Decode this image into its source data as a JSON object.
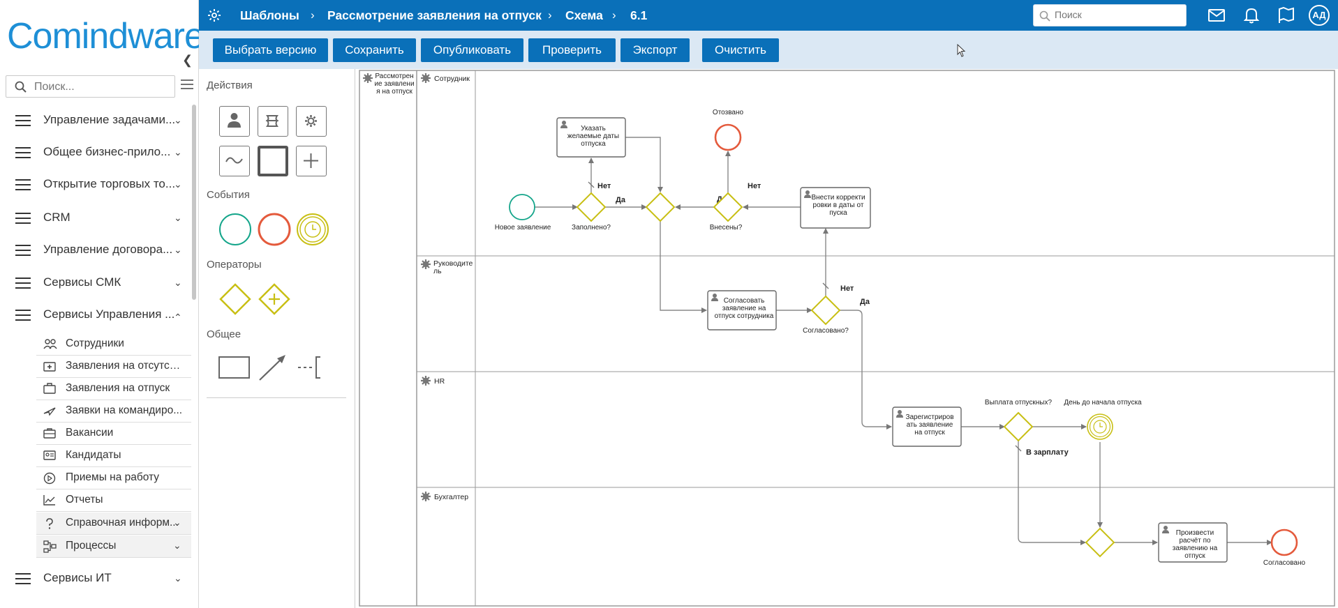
{
  "app": {
    "brand": "Comindware",
    "brand_mark": "®",
    "colors": {
      "primary": "#0a70b9",
      "toolbar_bg": "#dbe8f4",
      "gateway": "#c8bf14",
      "start_event": "#14a58a",
      "end_event": "#e45a3c",
      "timer_event": "#c8bf14"
    }
  },
  "sidebar": {
    "search_placeholder": "Поиск...",
    "collapse_icon": "chevron-left-icon",
    "menu": [
      {
        "label": "Управление задачами..."
      },
      {
        "label": "Общее бизнес-прило..."
      },
      {
        "label": "Открытие торговых то..."
      },
      {
        "label": "CRM"
      },
      {
        "label": "Управление договора..."
      },
      {
        "label": "Сервисы СМК"
      },
      {
        "label": "Сервисы Управления ...",
        "expanded": true
      },
      {
        "label": "Сервисы ИТ"
      }
    ],
    "submenu": [
      {
        "label": "Сотрудники",
        "icon": "users-icon"
      },
      {
        "label": "Заявления на отсутств...",
        "icon": "medical-case-icon"
      },
      {
        "label": "Заявления на отпуск",
        "icon": "suitcase-icon"
      },
      {
        "label": "Заявки на командиро...",
        "icon": "airplane-icon"
      },
      {
        "label": "Вакансии",
        "icon": "briefcase-icon"
      },
      {
        "label": "Кандидаты",
        "icon": "id-card-icon"
      },
      {
        "label": "Приемы на работу",
        "icon": "play-circle-icon"
      },
      {
        "label": "Отчеты",
        "icon": "chart-icon"
      },
      {
        "label": "Справочная информ...",
        "icon": "help-icon"
      },
      {
        "label": "Процессы",
        "icon": "process-icon"
      }
    ]
  },
  "topbar": {
    "breadcrumbs": [
      "Шаблоны",
      "Рассмотрение заявления на отпуск",
      "Схема",
      "6.1"
    ],
    "search_placeholder": "Поиск",
    "avatar": "АД"
  },
  "toolbar": {
    "buttons": [
      "Выбрать версию",
      "Сохранить",
      "Опубликовать",
      "Проверить",
      "Экспорт",
      "Очистить"
    ]
  },
  "palette": {
    "sections": {
      "actions": "Действия",
      "events": "События",
      "operators": "Операторы",
      "general": "Общее"
    }
  },
  "diagram": {
    "pool": "Рассмотрение заявления на отпуск",
    "lanes": [
      "Сотрудник",
      "Руководитель",
      "HR",
      "Бухгалтер"
    ],
    "tasks": {
      "t1": "Указать желаемые даты отпуска",
      "t2": "Внести корректировки в даты отпуска",
      "t3": "Согласовать заявление на отпуск сотрудника",
      "t4": "Зарегистрировать заявление на отпуск",
      "t5": "Произвести расчёт по заявлению на отпуск"
    },
    "events": {
      "start": "Новое заявление",
      "revoked": "Отозвано",
      "approved_end": "Согласовано",
      "timer": "День до начала отпуска"
    },
    "gateways": {
      "filled": "Заполнено?",
      "entered": "Внесены?",
      "approved": "Согласовано?",
      "payment": "Выплата отпускных?"
    },
    "flow_labels": {
      "yes": "Да",
      "no": "Нет",
      "to_salary": "В зарплату"
    }
  }
}
